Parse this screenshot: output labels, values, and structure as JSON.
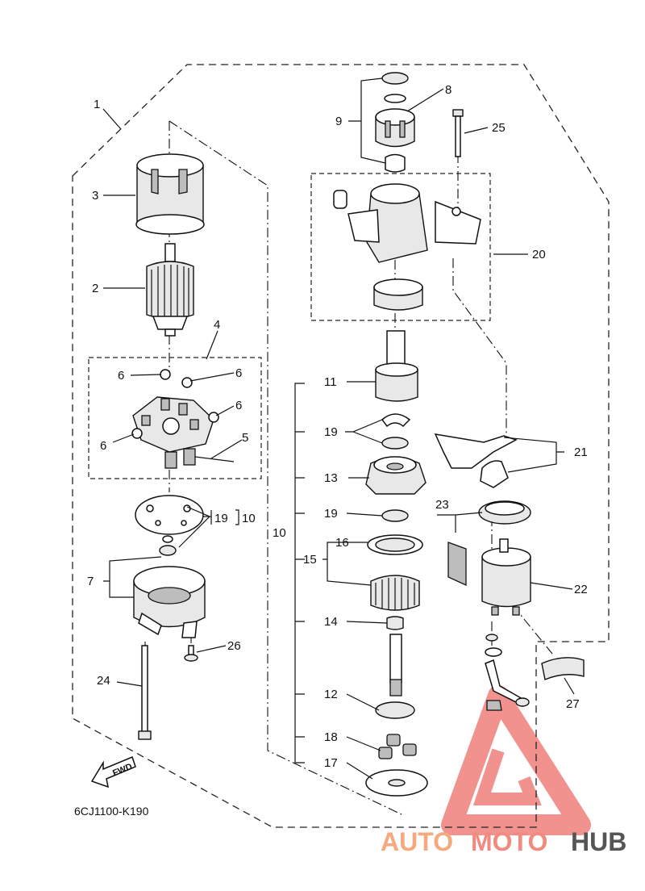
{
  "diagram": {
    "callouts": {
      "c1": "1",
      "c2": "2",
      "c3": "3",
      "c4": "4",
      "c5": "5",
      "c6a": "6",
      "c6b": "6",
      "c6c": "6",
      "c6d": "6",
      "c7": "7",
      "c8": "8",
      "c9": "9",
      "c10a": "10",
      "c10b": "10",
      "c11": "11",
      "c12": "12",
      "c13": "13",
      "c14": "14",
      "c15": "15",
      "c16": "16",
      "c17": "17",
      "c18": "18",
      "c19a": "19",
      "c19b": "19",
      "c19c": "19",
      "c20": "20",
      "c21": "21",
      "c22": "22",
      "c23": "23",
      "c24": "24",
      "c25": "25",
      "c26": "26",
      "c27": "27"
    },
    "fwd_label": "FWD",
    "drawing_code": "6CJ1100-K190"
  },
  "watermark": {
    "part1": "AUTO",
    "part2": "MOTO",
    "part3": "HUB",
    "colors": {
      "auto": "#f5a97f",
      "moto": "#f28a80",
      "hub": "#555555",
      "triangle": "#f07f7a"
    }
  }
}
